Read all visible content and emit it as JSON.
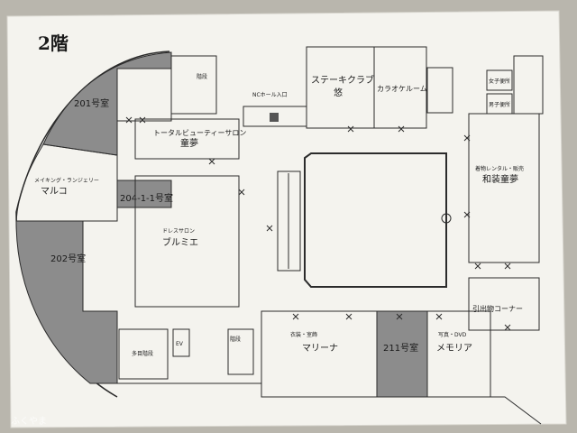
{
  "floor_title": "2階",
  "colors": {
    "paper": "#f4f3ee",
    "shaded_room": "#8c8c8c",
    "line": "#2b2b2b",
    "background": "#b9b6ad"
  },
  "rooms": {
    "r201": "201号室",
    "r202": "202号室",
    "r204": "204-1-1号室",
    "r211": "211号室",
    "makeup_label": "メイキング・ランジェリー",
    "makeup_name": "マルコ",
    "total_beauty": "トータルビューティーサロン",
    "total_beauty_name": "童夢",
    "dress_label": "ドレスサロン",
    "dress_name": "ブルミエ",
    "steak_label": "ステーキクラブ",
    "steak_name": "悠",
    "karaoke": "カラオケルーム",
    "nc_entrance": "NCホール入口",
    "wagi_label": "着物レンタル・販売",
    "wagi_name": "和装童夢",
    "gifts": "引出物コーナー",
    "marina_label": "衣装・室飾",
    "marina_name": "マリーナ",
    "memoria_label": "写真・DVD",
    "memoria_name": "メモリア",
    "multi_stairs": "多目階段",
    "stairs": "階段",
    "ev": "EV",
    "women_wc": "女子便所",
    "men_wc": "男子便所"
  },
  "watermark": "ふくやま"
}
